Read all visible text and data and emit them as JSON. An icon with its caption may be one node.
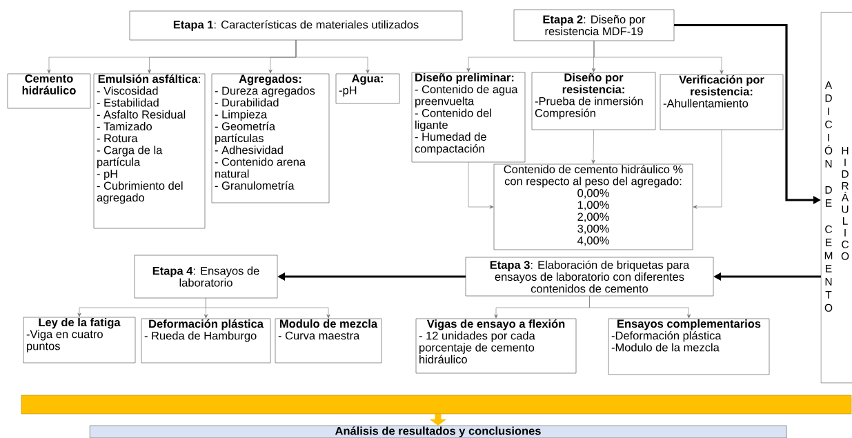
{
  "diagram": {
    "nodes": [
      {
        "text": [
          "**Etapa 1**: Características de materiales utilizados"
        ]
      },
      {
        "text": [
          "Cemento hidráulico"
        ]
      },
      {
        "text": [
          "**Emulsión asfáltica**:",
          "- Viscosidad",
          "- Estabilidad",
          "- Asfalto Residual",
          "- Tamizado",
          "- Rotura",
          "- Carga de la partícula",
          "- pH",
          "- Cubrimiento del agregado"
        ]
      },
      {
        "text": [
          "Agregados:",
          "- Dureza agregados",
          "- Durabilidad",
          "- Limpieza",
          "- Geometría partículas",
          "- Adhesividad",
          "- Contenido arena natural",
          "- Granulometría"
        ]
      },
      {
        "text": [
          "Agua:",
          "-pH"
        ]
      },
      {
        "text": [
          "**Etapa 2**: Diseño por resistencia MDF-19"
        ]
      },
      {
        "text": [
          "Diseño preliminar:",
          "- Contenido de agua preenvuelta",
          "- Contenido del ligante",
          "- Humedad de compactación"
        ]
      },
      {
        "text": [
          "Diseño por resistencia:",
          "-Prueba de inmersión Compresión"
        ]
      },
      {
        "text": [
          "Verificación por resistencia:",
          "-Ahullentamiento"
        ]
      },
      {
        "text": [
          "Contenido de cemento hidráulico % con respecto al peso del agregado:",
          "0,00%",
          "1,00%",
          "2,00%",
          "3,00%",
          "4,00%"
        ]
      },
      {
        "text": [
          "ADICIÓN DE CEMENTO",
          "HIDRÁULICO"
        ]
      },
      {
        "text": [
          "**Etapa 3**: Elaboración de briquetas para ensayos de laboratorio con diferentes contenidos de cemento"
        ]
      },
      {
        "text": [
          "**Etapa 4**: Ensayos de laboratorio"
        ]
      },
      {
        "text": [
          "Ley de la fatiga",
          "-Viga en cuatro puntos"
        ]
      },
      {
        "text": [
          "Deformación plástica",
          "- Rueda de Hamburgo"
        ]
      },
      {
        "text": [
          "Modulo de mezcla",
          "- Curva maestra"
        ]
      },
      {
        "text": [
          "Vigas de ensayo a flexión",
          "- 12 unidades por cada porcentaje de cemento hidráulico"
        ]
      },
      {
        "text": [
          "Ensayos complementarios",
          "-Deformación plástica",
          "-Modulo de la mezcla"
        ]
      },
      {
        "text": [],
        "shape": "bar"
      },
      {
        "text": [
          "Análisis de resultados y conclusiones"
        ]
      }
    ],
    "edges": [
      {
        "from": 0,
        "to": 1,
        "arrow": "to"
      },
      {
        "from": 0,
        "to": 2,
        "arrow": "to"
      },
      {
        "from": 0,
        "to": 3,
        "arrow": "to"
      },
      {
        "from": 0,
        "to": 4,
        "arrow": "to"
      },
      {
        "from": 5,
        "to": 6,
        "arrow": "to"
      },
      {
        "from": 5,
        "to": 7,
        "arrow": "to"
      },
      {
        "from": 5,
        "to": 8,
        "arrow": "to"
      },
      {
        "from": 6,
        "to": 9,
        "arrow": "to"
      },
      {
        "from": 7,
        "to": 9,
        "arrow": "to"
      },
      {
        "from": 8,
        "to": 9,
        "arrow": "to"
      },
      {
        "from": 5,
        "to": 10,
        "arrow": "to",
        "style": "thick",
        "color": "#000000"
      },
      {
        "from": 10,
        "to": 11,
        "arrow": "to",
        "style": "thick",
        "color": "#000000"
      },
      {
        "from": 11,
        "to": 12,
        "arrow": "to",
        "style": "thick",
        "color": "#000000"
      },
      {
        "from": 12,
        "to": 13,
        "arrow": "to"
      },
      {
        "from": 12,
        "to": 14,
        "arrow": "to"
      },
      {
        "from": 12,
        "to": 15,
        "arrow": "to"
      },
      {
        "from": 11,
        "to": 16,
        "arrow": "to"
      },
      {
        "from": 11,
        "to": 17,
        "arrow": "to"
      },
      {
        "from": 18,
        "to": 19,
        "arrow": "to",
        "style": "thick",
        "color": "#ffc000"
      }
    ]
  }
}
